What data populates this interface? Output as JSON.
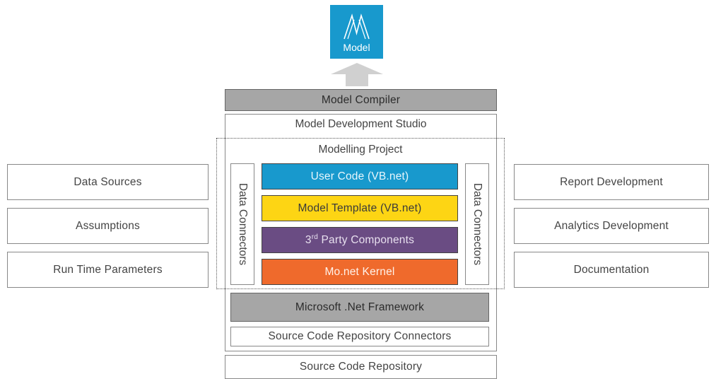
{
  "logo": {
    "text": "Model"
  },
  "diagram": {
    "model_compiler": "Model Compiler",
    "model_development_studio": "Model Development Studio",
    "modelling_project": "Modelling Project",
    "user_code": "User Code (VB.net)",
    "model_template": "Model Template (VB.net)",
    "third_party_prefix": "3",
    "third_party_sup": "rd",
    "third_party_rest": " Party Components",
    "kernel": "Mo.net Kernel",
    "data_connectors_left": "Data Connectors",
    "data_connectors_right": "Data Connectors",
    "dotnet_framework": "Microsoft .Net Framework",
    "repo_connectors": "Source Code Repository Connectors",
    "source_repo": "Source Code Repository"
  },
  "left_inputs": [
    "Data Sources",
    "Assumptions",
    "Run Time Parameters"
  ],
  "right_outputs": [
    "Report Development",
    "Analytics Development",
    "Documentation"
  ],
  "colors": {
    "logo_bg": "#1899cd",
    "user_code": "#1899cd",
    "model_template": "#fdd514",
    "third_party": "#6a4c83",
    "kernel": "#ef6a2c",
    "gray_box": "#a6a6a6",
    "arrow": "#d0d0d0"
  }
}
